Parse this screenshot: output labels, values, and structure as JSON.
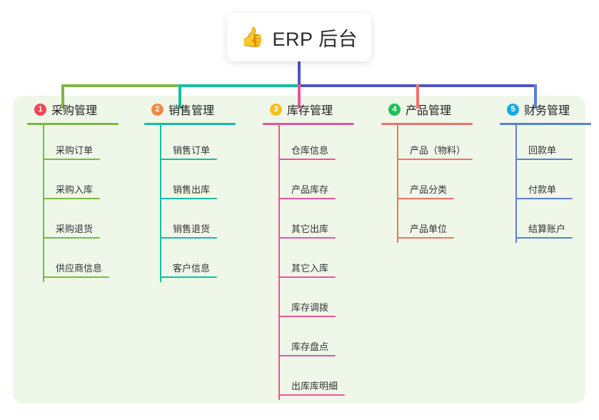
{
  "root": {
    "icon": "thumbs-up-icon",
    "emoji": "👍",
    "title": "ERP 后台"
  },
  "palette": {
    "panel_background": "#eff7e9",
    "page_background": "#ffffff",
    "root_trunk": "#4a57bd",
    "branch_purchase": "#7cb842",
    "branch_sales": "#12bfa5",
    "branch_inventory": "#e8559c",
    "branch_product": "#f4706b",
    "branch_finance": "#5b7fd4"
  },
  "branches": [
    {
      "index": "1",
      "badge_color": "#f2465a",
      "line_color": "#7cb842",
      "title": "采购管理",
      "items": [
        {
          "label": "采购订单"
        },
        {
          "label": "采购入库"
        },
        {
          "label": "采购退货"
        },
        {
          "label": "供应商信息"
        }
      ]
    },
    {
      "index": "2",
      "badge_color": "#f08b45",
      "line_color": "#12bfa5",
      "title": "销售管理",
      "items": [
        {
          "label": "销售订单"
        },
        {
          "label": "销售出库"
        },
        {
          "label": "销售退货"
        },
        {
          "label": "客户信息"
        }
      ]
    },
    {
      "index": "3",
      "badge_color": "#f6c022",
      "line_color": "#e8559c",
      "title": "库存管理",
      "items": [
        {
          "label": "仓库信息"
        },
        {
          "label": "产品库存"
        },
        {
          "label": "其它出库"
        },
        {
          "label": "其它入库"
        },
        {
          "label": "库存调拨"
        },
        {
          "label": "库存盘点"
        },
        {
          "label": "出库库明细"
        }
      ]
    },
    {
      "index": "4",
      "badge_color": "#20c05a",
      "line_color": "#f4706b",
      "title": "产品管理",
      "items": [
        {
          "label": "产品（物料）"
        },
        {
          "label": "产品分类"
        },
        {
          "label": "产品单位"
        }
      ]
    },
    {
      "index": "5",
      "badge_color": "#18a9e8",
      "line_color": "#5b7fd4",
      "title": "财务管理",
      "items": [
        {
          "label": "回款单"
        },
        {
          "label": "付款单"
        },
        {
          "label": "结算账户"
        }
      ]
    }
  ]
}
